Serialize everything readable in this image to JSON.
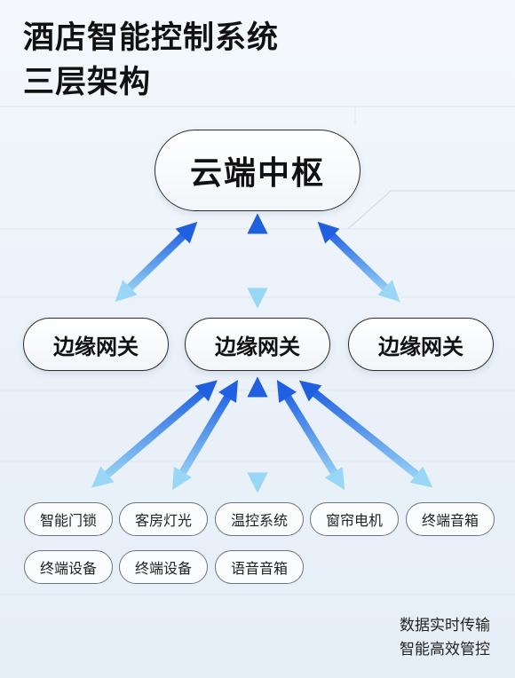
{
  "title": {
    "line1": "酒店智能控制系统",
    "line2": "三层架构"
  },
  "cloud": {
    "label": "云端中枢"
  },
  "gateways": [
    {
      "label": "边缘网关"
    },
    {
      "label": "边缘网关"
    },
    {
      "label": "边缘网关"
    }
  ],
  "devices": [
    {
      "label": "智能门锁"
    },
    {
      "label": "客房灯光"
    },
    {
      "label": "温控系统"
    },
    {
      "label": "窗帘电机"
    },
    {
      "label": "终端音箱"
    },
    {
      "label": "终端设备"
    },
    {
      "label": "终端设备"
    },
    {
      "label": "语音音箱"
    }
  ],
  "caption": {
    "line1": "数据实时传输",
    "line2": "智能高效管控"
  },
  "colors": {
    "arrow_dark": "#1f5fe0",
    "arrow_light": "#8fd0f5",
    "pill_border": "#2b2b2b",
    "background": "#eef3f9"
  }
}
